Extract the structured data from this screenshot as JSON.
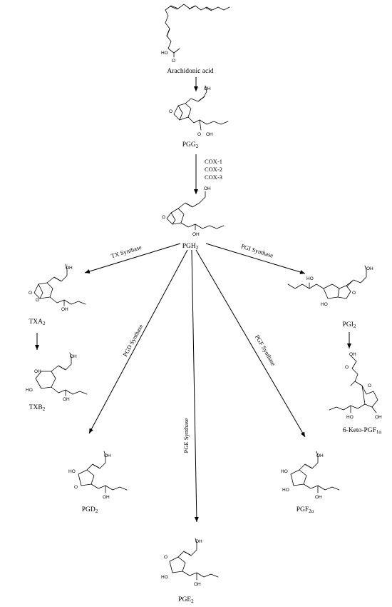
{
  "compounds": {
    "arachidonic_acid": "Arachidonic acid",
    "pgg2_base": "PGG",
    "pgg2_sub": "2",
    "pgh2_base": "PGH",
    "pgh2_sub": "2",
    "txa2_base": "TXA",
    "txa2_sub": "2",
    "txb2_base": "TXB",
    "txb2_sub": "2",
    "pgi2_base": "PGI",
    "pgi2_sub": "2",
    "keto_base": "6-Keto-PGF",
    "keto_sub": "1α",
    "pgd2_base": "PGD",
    "pgd2_sub": "2",
    "pge2_base": "PGE",
    "pge2_sub": "2",
    "pgf2a_base": "PGF",
    "pgf2a_sub": "2α"
  },
  "enzymes": {
    "cox1": "COX-1",
    "cox2": "COX-2",
    "cox3": "COX-3",
    "tx_synthase": "TX Synthase",
    "pgi_synthase": "PGI Synthase",
    "pgd_synthase": "PGD Synthase",
    "pge_synthase": "PGE Synthase",
    "pgf_synthase": "PGF Synthase"
  },
  "atoms": {
    "ho": "HO",
    "oh": "OH",
    "o": "O",
    "ooh_o": "O",
    "ooh_oh": "OH"
  }
}
